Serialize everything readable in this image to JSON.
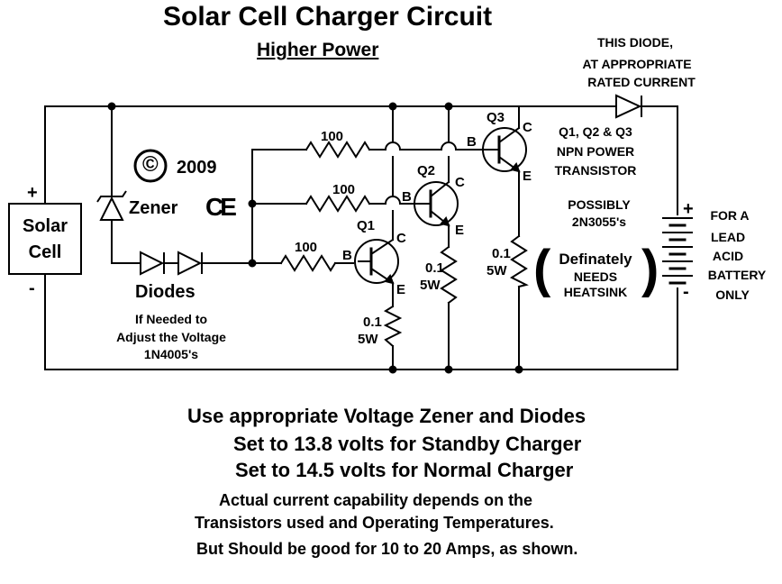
{
  "title": "Solar Cell Charger Circuit",
  "subtitle": "Higher Power",
  "copyright": {
    "symbol": "©",
    "year": "2009"
  },
  "ce_mark": "CE",
  "zener_label": "Zener",
  "solar_cell": {
    "line1": "Solar",
    "line2": "Cell",
    "plus": "+",
    "minus": "-"
  },
  "diodes": {
    "label": "Diodes",
    "note_line1": "If Needed to",
    "note_line2": "Adjust the Voltage",
    "note_line3": "1N4005's"
  },
  "resistors": {
    "r1": "100",
    "r2": "100",
    "r3": "100",
    "re1_value": "0.1",
    "re1_power": "5W",
    "re2_value": "0.1",
    "re2_power": "5W",
    "re3_value": "0.1",
    "re3_power": "5W"
  },
  "transistors": {
    "q1": "Q1",
    "q2": "Q2",
    "q3": "Q3",
    "b": "B",
    "c": "C",
    "e": "E"
  },
  "output_diode_note": {
    "line1": "THIS DIODE,",
    "line2": "AT APPROPRIATE",
    "line3": "RATED CURRENT"
  },
  "transistor_note": {
    "line1": "Q1, Q2 & Q3",
    "line2": "NPN POWER",
    "line3": "TRANSISTOR"
  },
  "possibly_note": {
    "line1": "POSSIBLY",
    "line2": "2N3055's"
  },
  "heatsink_note": {
    "paren_open": "(",
    "line1": "Definately",
    "line2": "NEEDS",
    "line3": "HEATSINK",
    "paren_close": ")"
  },
  "battery": {
    "plus": "+",
    "minus": "-",
    "line1": "FOR A",
    "line2": "LEAD",
    "line3": "ACID",
    "line4": "BATTERY",
    "line5": "ONLY"
  },
  "footer": {
    "line1": "Use appropriate Voltage Zener and Diodes",
    "line2": "Set to 13.8 volts for Standby Charger",
    "line3": "Set to 14.5 volts for Normal Charger",
    "line4": "Actual current capability depends on the",
    "line5": "Transistors used  and Operating Temperatures.",
    "line6": "But Should be good for 10 to 20 Amps, as shown."
  }
}
